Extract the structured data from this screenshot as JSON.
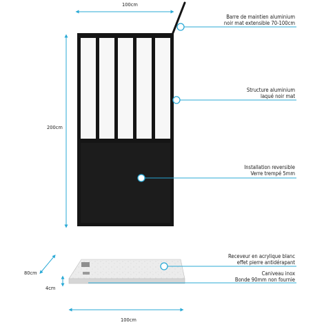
{
  "dimensions": {
    "top_width": "100cm",
    "height": "200cm",
    "tray_depth": "80cm",
    "tray_thickness": "4cm",
    "bottom_width": "100cm"
  },
  "callouts": [
    {
      "line1": "Barre de maintien aluminium",
      "line2": "noir mat extensible 70-100cm"
    },
    {
      "line1": "Structure aluminium",
      "line2": "laqué noir mat"
    },
    {
      "line1": "Installation reversible",
      "line2": "Verre trempé 5mm"
    },
    {
      "line1": "Receveur en acrylique blanc",
      "line2": "effet pierre antidérapant"
    },
    {
      "line1": "Caniveau inox",
      "line2": "Bonde 90mm non fournie"
    }
  ],
  "colors": {
    "accent": "#29a9d6",
    "frame": "#151515",
    "glass": "#f7f7f7",
    "panel": "#1c1c1c",
    "tray": "#e8e8e8"
  }
}
